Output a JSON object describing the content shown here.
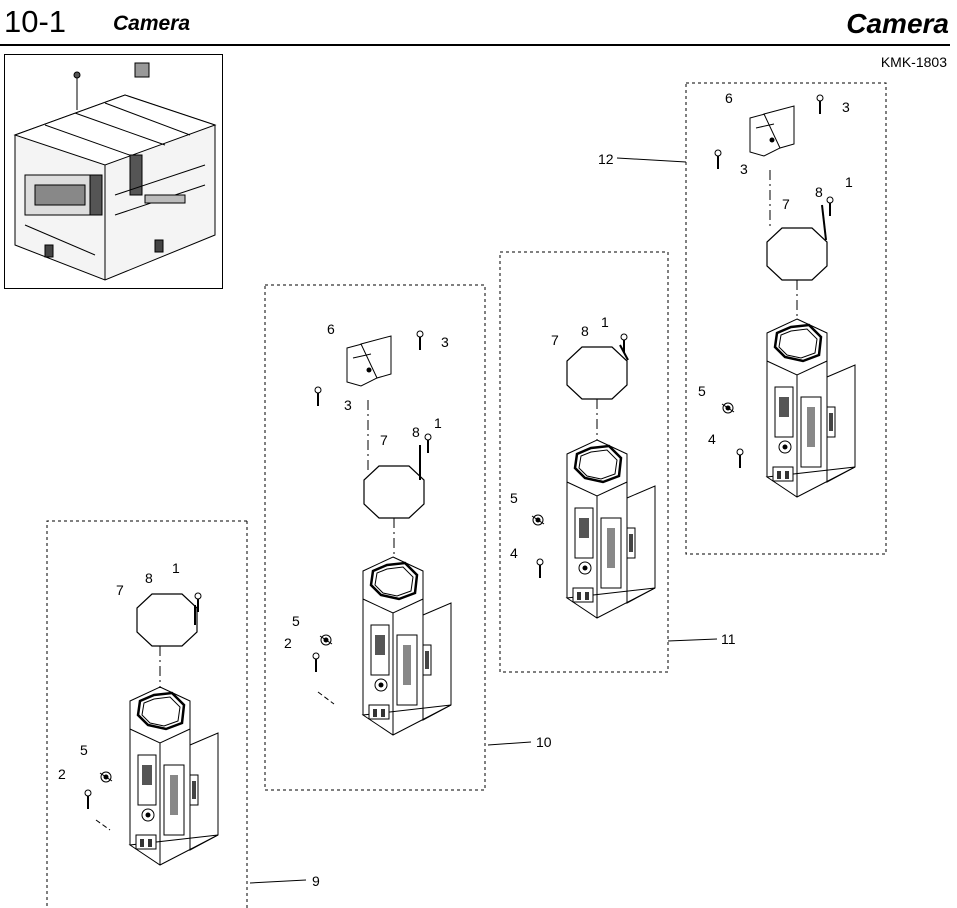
{
  "header": {
    "section_number": "10-1",
    "section_name": "Camera",
    "title": "Camera",
    "model_code": "KMK-1803"
  },
  "diagram": {
    "type": "exploded-parts-diagram",
    "part_callouts": [
      "1",
      "2",
      "3",
      "4",
      "5",
      "6",
      "7",
      "8",
      "9",
      "10",
      "11",
      "12"
    ],
    "assemblies": [
      {
        "assembly": "9",
        "parts": [
          "1",
          "2",
          "5",
          "7",
          "8"
        ]
      },
      {
        "assembly": "10",
        "parts": [
          "1",
          "2",
          "3",
          "5",
          "6",
          "7",
          "8"
        ]
      },
      {
        "assembly": "11",
        "parts": [
          "1",
          "4",
          "5",
          "7",
          "8"
        ]
      },
      {
        "assembly": "12",
        "parts": [
          "1",
          "3",
          "4",
          "5",
          "6",
          "7",
          "8"
        ]
      }
    ]
  },
  "labels": {
    "a9": {
      "p1": "1",
      "p8": "8",
      "p7": "7",
      "p5": "5",
      "p2": "2",
      "assy": "9"
    },
    "a10": {
      "p6": "6",
      "p3a": "3",
      "p3b": "3",
      "p7": "7",
      "p8": "8",
      "p1": "1",
      "p5": "5",
      "p2": "2",
      "assy": "10"
    },
    "a11": {
      "p8": "8",
      "p1": "1",
      "p7": "7",
      "p5": "5",
      "p4": "4",
      "assy": "11"
    },
    "a12": {
      "p6": "6",
      "p3a": "3",
      "p3b": "3",
      "p8": "8",
      "p1": "1",
      "p7": "7",
      "p5": "5",
      "p4": "4",
      "assy": "12"
    }
  }
}
